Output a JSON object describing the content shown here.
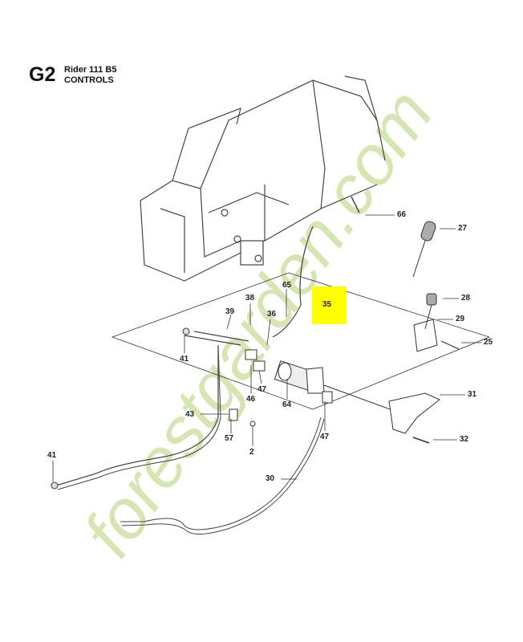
{
  "header": {
    "code": "G2",
    "model": "Rider 111 B5",
    "subtitle": "CONTROLS"
  },
  "highlight": {
    "label": "35",
    "color": "#ffff00"
  },
  "watermark": {
    "text": "forestgarden.com",
    "color": "#c9dea0"
  },
  "callouts": [
    {
      "id": "66",
      "label": "66"
    },
    {
      "id": "27",
      "label": "27"
    },
    {
      "id": "65",
      "label": "65"
    },
    {
      "id": "38",
      "label": "38"
    },
    {
      "id": "39",
      "label": "39"
    },
    {
      "id": "36",
      "label": "36"
    },
    {
      "id": "28",
      "label": "28"
    },
    {
      "id": "29",
      "label": "29"
    },
    {
      "id": "25",
      "label": "25"
    },
    {
      "id": "41a",
      "label": "41"
    },
    {
      "id": "47a",
      "label": "47"
    },
    {
      "id": "46",
      "label": "46"
    },
    {
      "id": "64",
      "label": "64"
    },
    {
      "id": "31",
      "label": "31"
    },
    {
      "id": "43",
      "label": "43"
    },
    {
      "id": "57",
      "label": "57"
    },
    {
      "id": "47b",
      "label": "47"
    },
    {
      "id": "32",
      "label": "32"
    },
    {
      "id": "2",
      "label": "2"
    },
    {
      "id": "41b",
      "label": "41"
    },
    {
      "id": "30",
      "label": "30"
    }
  ]
}
